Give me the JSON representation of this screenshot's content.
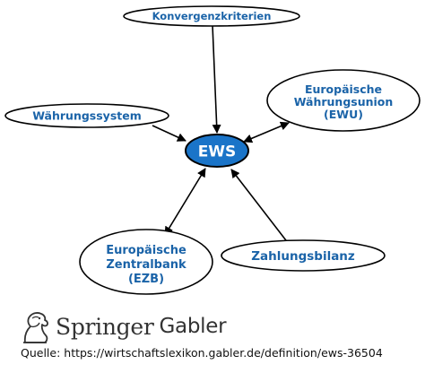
{
  "diagram": {
    "center": {
      "label": "EWS"
    },
    "nodes": {
      "konvergenz": {
        "label": "Konvergenzkriterien"
      },
      "waehrungssystem": {
        "label": "Währungssystem"
      },
      "ewu": {
        "lines": [
          "Europäische",
          "Währungsunion",
          "(EWU)"
        ]
      },
      "ezb": {
        "lines": [
          "Europäische",
          "Zentralbank",
          "(EZB)"
        ]
      },
      "zahlungsbilanz": {
        "label": "Zahlungsbilanz"
      }
    }
  },
  "branding": {
    "publisher": "Springer",
    "imprint": "Gabler"
  },
  "source_line": "Quelle:  https://wirtschaftslexikon.gabler.de/definition/ews-36504",
  "colors": {
    "node_text": "#1a63a8",
    "center_fill": "#1a74c8",
    "outline": "#000000"
  }
}
